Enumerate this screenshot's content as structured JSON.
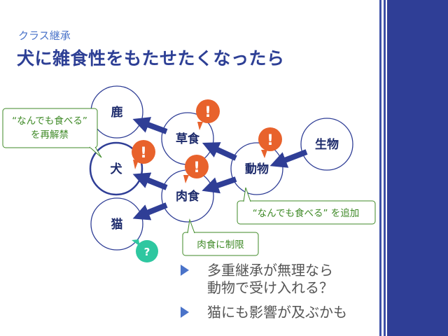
{
  "slide": {
    "subtitle": "クラス継承",
    "title": "犬に雑食性をもたせたくなったら"
  },
  "diagram": {
    "nodes": {
      "deer": "鹿",
      "herbivore": "草食",
      "dog": "犬",
      "carnivore": "肉食",
      "cat": "猫",
      "animal": "動物",
      "organism": "生物"
    },
    "callouts": {
      "eat_anything_line1": "“なんでも食べる”",
      "eat_anything_line2": "を再解禁",
      "add_eat_anything": "“なんでも食べる” を追加",
      "restrict_to_meat": "肉食に制限"
    },
    "markers": {
      "warning": "!",
      "question": "?"
    },
    "colors": {
      "node_border": "#2f3e96",
      "arrow": "#2f3e96",
      "warning": "#e8622c",
      "question": "#2ec7a0",
      "callout": "#3f8a27"
    }
  },
  "bullets": [
    {
      "line1": "多重継承が無理なら",
      "line2": "動物で受け入れる？"
    },
    {
      "line1": "猫にも影響が及ぶかも"
    }
  ]
}
